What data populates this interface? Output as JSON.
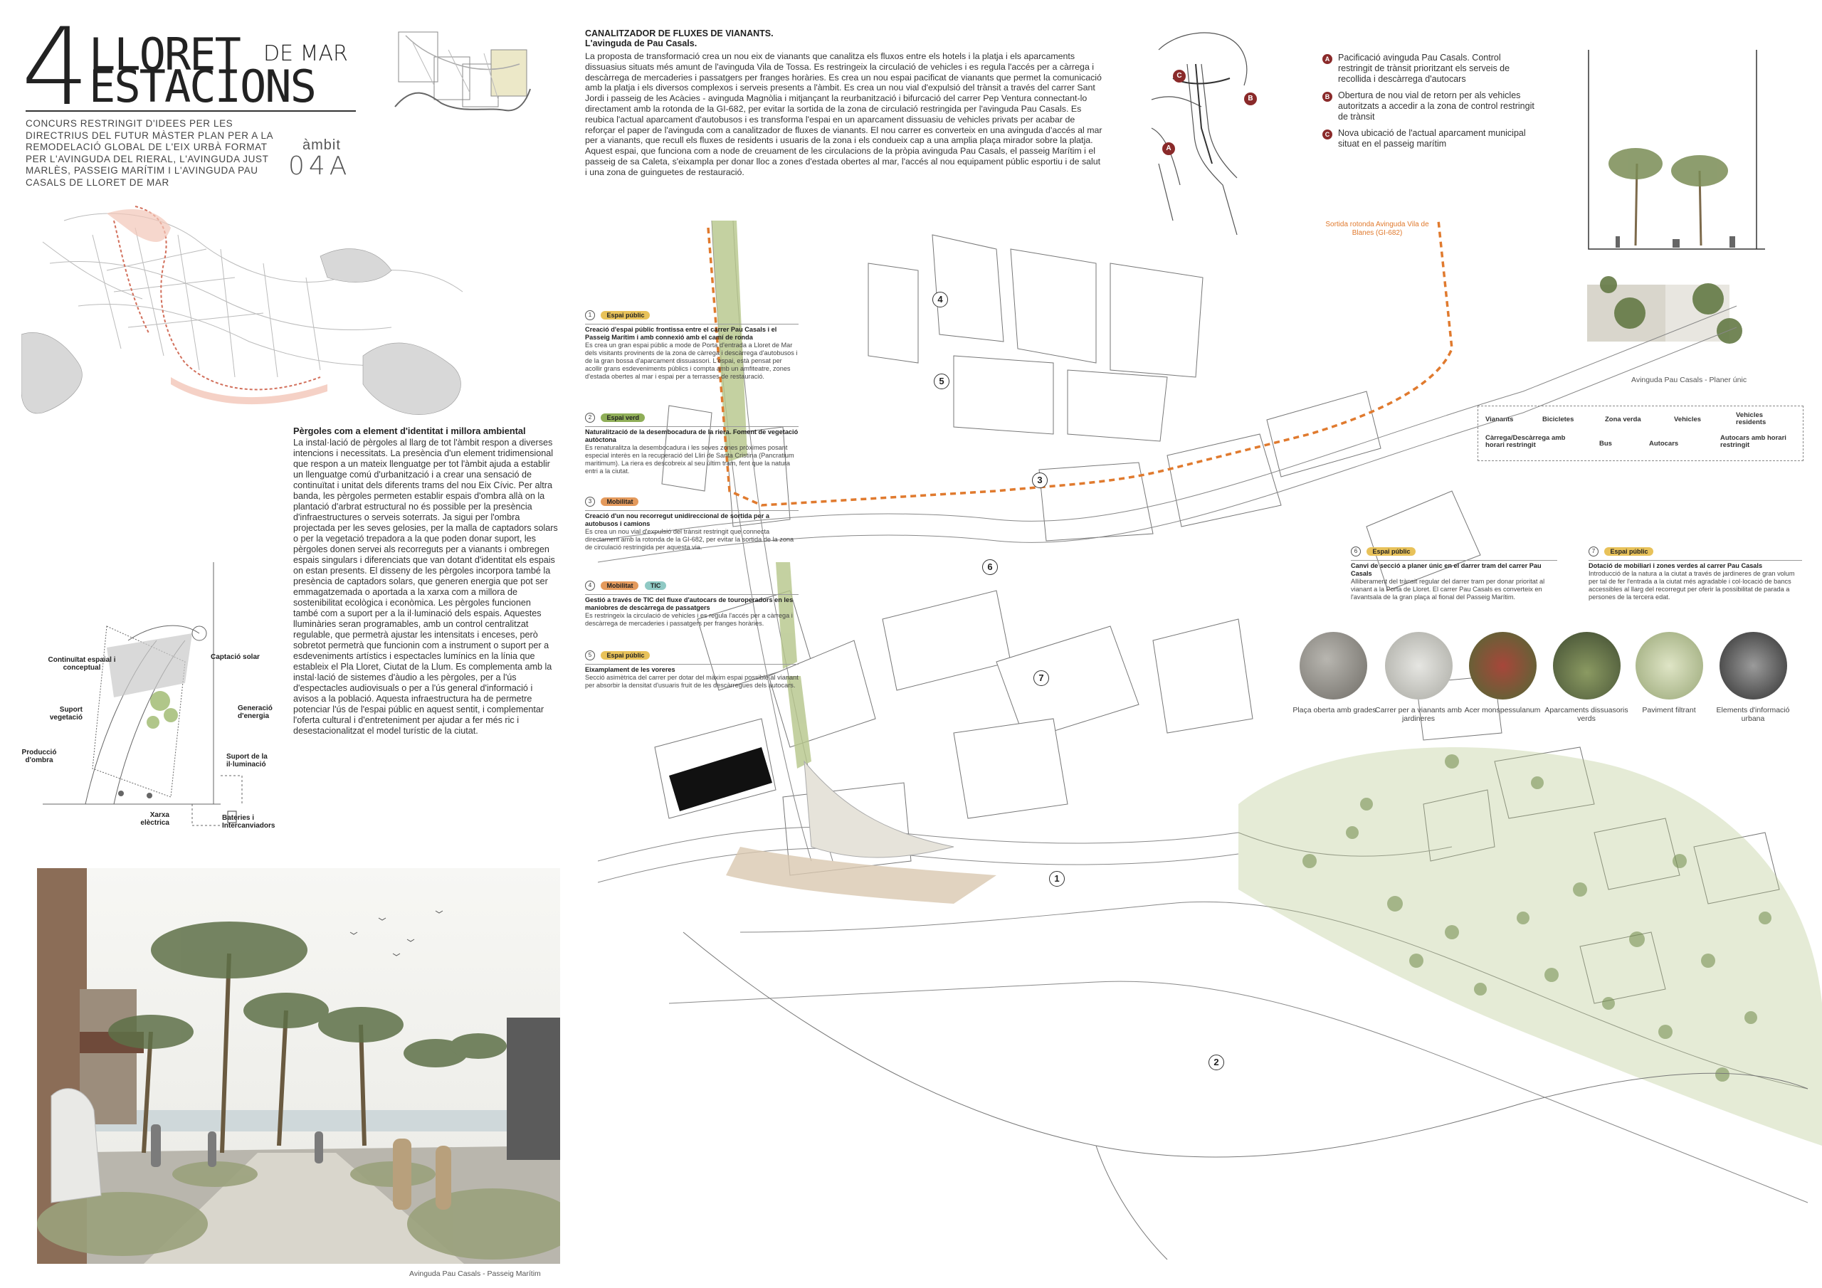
{
  "title": {
    "number": "4",
    "line1": "LLORET",
    "de_mar": "DE MAR",
    "line2": "ESTACIONS"
  },
  "contest_text": "CONCURS RESTRINGIT D'IDEES PER LES DIRECTRIUS DEL FUTUR MÀSTER PLAN PER A LA REMODELACIÓ GLOBAL DE L'EIX URBÀ FORMAT PER L'AVINGUDA DEL RIERAL, L'AVINGUDA JUST MARLÈS, PASSEIG MARÍTIM I L'AVINGUDA PAU CASALS DE LLORET DE MAR",
  "ambit": {
    "label": "àmbit",
    "code": "04A"
  },
  "pergoles": {
    "heading": "Pèrgoles com a element d'identitat i millora ambiental",
    "text": "La instal·lació de pèrgoles al llarg de tot l'àmbit respon a diverses intencions i necessitats. La presència d'un element tridimensional que respon a un mateix llenguatge per tot l'àmbit ajuda a establir un llenguatge comú d'urbanització i a crear una sensació de continuïtat i unitat dels diferents trams del nou Eix Cívic. Per altra banda, les pèrgoles permeten establir espais d'ombra allà on la plantació d'arbrat estructural no és possible per la presència d'infraestructures o serveis soterrats. Ja sigui per l'ombra projectada per les seves gelosies, per la malla de captadors solars o per la vegetació trepadora a la que poden donar suport, les pèrgoles donen servei als recorreguts per a vianants i ombregen espais singulars i diferenciats que van dotant d'identitat els espais on estan presents. El disseny de les pèrgoles incorpora també la presència de captadors solars, que generen energia que pot ser emmagatzemada o aportada a la xarxa com a millora de sostenibilitat ecològica i econòmica. Les pèrgoles funcionen també com a suport per a la il·luminació dels espais. Aquestes lluminàries seran programables, amb un control centralitzat regulable, que permetrà ajustar les intensitats i enceses, però sobretot permetrà que funcionin com a instrument o suport per a esdeveniments artístics i espectacles lumínics en la línia que estableix el Pla Lloret, Ciutat de la Llum. Es complementa amb la instal·lació de sistemes d'àudio a les pèrgoles, per a l'ús d'espectacles audiovisuals o per a l'ús general d'informació i avisos a la població. Aquesta infraestructura ha de permetre potenciar l'ús de l'espai públic en aquest sentit, i complementar l'oferta cultural i d'entreteniment per ajudar a fer més ric i desestacionalitzat el model turístic de la ciutat."
  },
  "diagram_labels": {
    "continuitat": "Continuïtat espaial i conceptual",
    "captacio": "Captació solar",
    "suport_veg": "Suport vegetació",
    "generacio": "Generació d'energia",
    "produccio": "Producció d'ombra",
    "suport_il": "Suport de la il·luminació",
    "xarxa": "Xarxa elèctrica",
    "bateries": "Bateries i Intercanviadors"
  },
  "render_caption": "Avinguda Pau Casals - Passeig Marítim",
  "canalitzador": {
    "heading": "CANALITZADOR DE FLUXES DE VIANANTS.",
    "subheading": "L'avinguda de Pau Casals.",
    "text": "La proposta de transformació crea un nou eix de vianants que canalitza els fluxos entre els hotels i la platja i els aparcaments dissuasius situats més amunt de l'avinguda Vila de Tossa. Es restringeix la circulació de vehicles i es regula l'accés per a càrrega i descàrrega de mercaderies i passatgers per franges horàries. Es crea un nou espai pacificat de vianants que permet la comunicació amb la platja i els diversos complexos i serveis presents a l'àmbit. Es crea un nou vial d'expulsió del trànsit a través del carrer Sant Jordi i passeig de les Acàcies - avinguda Magnòlia i mitjançant la reurbanització i bifurcació del carrer Pep Ventura connectant-lo directament amb la rotonda de la GI-682, per evitar la sortida de la zona de circulació restringida per l'avinguda Pau Casals. Es reubica l'actual aparcament d'autobusos i es transforma l'espai en un aparcament dissuasiu de vehicles privats per acabar de reforçar el paper de l'avinguda com a canalitzador de fluxes de vianants. El nou carrer es converteix en una avinguda d'accés al mar per a vianants, que recull els fluxes de residents i usuaris de la zona i els condueix cap a una amplia plaça mirador sobre la platja. Aquest espai, que funciona com a node de creuament de les circulacions de la pròpia avinguda Pau Casals, el passeig Marítim i el passeig de sa Caleta, s'eixampla per donar lloc a zones d'estada obertes al mar, l'accés al nou equipament públic esportiu i de salut i una zona de guinguetes de restauració."
  },
  "abc_legend": [
    {
      "letter": "A",
      "text": "Pacificació avinguda Pau Casals. Control restringit de trànsit prioritzant els serveis de recollida i descàrrega d'autocars"
    },
    {
      "letter": "B",
      "text": "Obertura de nou vial de retorn per als vehicles autoritzats a accedir a la zona de control restringit de trànsit"
    },
    {
      "letter": "C",
      "text": "Nova ubicació de l'actual aparcament municipal situat en el passeig marítim"
    }
  ],
  "section_caption": "Avinguda Pau Casals - Planer únic",
  "modes": {
    "vianants": "Vianants",
    "bicicletes": "Bicicletes",
    "zona_verda": "Zona verda",
    "vehicles": "Vehicles",
    "vehicles_residents": "Vehicles residents",
    "carrega": "Càrrega/Descàrrega amb horari restringit",
    "bus": "Bus",
    "autocars": "Autocars",
    "autocars_horari": "Autocars amb horari restringit"
  },
  "sortida_label": "Sortida rotonda Avinguda Vila de Blanes (GI-682)",
  "items": [
    {
      "n": "1",
      "tags": [
        "Espai públic"
      ],
      "tagcolors": [
        "yellow"
      ],
      "title": "Creació d'espai públic frontissa entre el carrer Pau Casals i el Passeig Marítim i amb connexió amb el camí de ronda",
      "text": "Es crea un gran espai públic a mode de Porta d'entrada a Lloret de Mar dels visitants provinents de la zona de càrrega i descàrrega d'autobusos i de la gran bossa d'aparcament dissuassori. L'espai, està pensat per acollir grans esdeveniments públics i compta amb un amfiteatre, zones d'estada obertes al mar i espai per a terrasses de restauració."
    },
    {
      "n": "2",
      "tags": [
        "Espai verd"
      ],
      "tagcolors": [
        "green"
      ],
      "title": "Naturalització de la desembocadura de la riera. Foment de vegetació autòctona",
      "text": "Es renaturalitza la desembocadura i les seves zones pròximes posant especial interès en la recuperació del Lliri de Santa Cristina (Pancratium maritimum). La riera es descobreix al seu últim tram, fent que la natura entri a la ciutat."
    },
    {
      "n": "3",
      "tags": [
        "Mobilitat"
      ],
      "tagcolors": [
        "orange"
      ],
      "title": "Creació d'un nou recorregut unidireccional de sortida per a autobusos i camions",
      "text": "Es crea un nou vial d'expulsió del trànsit restringit que connecta directament amb la rotonda de la GI-682, per evitar la sortida de la zona de circulació restringida per aquesta via."
    },
    {
      "n": "4",
      "tags": [
        "Mobilitat",
        "TIC"
      ],
      "tagcolors": [
        "orange",
        "teal"
      ],
      "title": "Gestió a través de TIC del fluxe d'autocars de touroperadors en les maniobres de descàrrega de passatgers",
      "text": "Es restringeix la circulació de vehicles i es regula l'accés per a càrrega i descàrrega de mercaderies i passatgers per franges horàries."
    },
    {
      "n": "5",
      "tags": [
        "Espai públic"
      ],
      "tagcolors": [
        "yellow"
      ],
      "title": "Eixamplament de les voreres",
      "text": "Secció asimètrica del carrer per dotar del màxim espai possible al vianant per absorbir la densitat d'usuaris fruit de les descàrregues dels autocars."
    },
    {
      "n": "6",
      "tags": [
        "Espai públic"
      ],
      "tagcolors": [
        "yellow"
      ],
      "title": "Canvi de secció a planer únic en el darrer tram del carrer Pau Casals",
      "text": "Alliberament del trànsit regular del darrer tram per donar prioritat al vianant a la Porta de Lloret. El carrer Pau Casals es converteix en l'avantsala de la gran plaça al fional del Passeig Marítim."
    },
    {
      "n": "7",
      "tags": [
        "Espai públic"
      ],
      "tagcolors": [
        "yellow"
      ],
      "title": "Dotació de mobiliari i zones verdes al carrer Pau Casals",
      "text": "Introducció de la natura a la ciutat a través de jardineres de gran volum per tal de fer l'entrada a la ciutat més agradable i col·locació de bancs accessibles al llarg del recorregut per oferir la possibilitat de parada a persones de la tercera edat."
    }
  ],
  "photos": [
    {
      "caption": "Plaça oberta amb grades"
    },
    {
      "caption": "Carrer per a vianants amb jardineres"
    },
    {
      "caption": "Acer monspessulanum"
    },
    {
      "caption": "Aparcaments dissuasoris verds"
    },
    {
      "caption": "Paviment filtrant"
    },
    {
      "caption": "Elements d'informació urbana"
    }
  ],
  "map_pins": [
    "1",
    "2",
    "3",
    "4",
    "5",
    "6",
    "7"
  ],
  "key_pins": [
    "A",
    "B",
    "C"
  ],
  "colors": {
    "accent_red": "#8a2a2a",
    "route_orange": "#e07a2e",
    "tag_yellow": "#e8c25a",
    "tag_green": "#8fae58",
    "tag_orange": "#e49a5c",
    "tag_teal": "#8fc9c4"
  }
}
